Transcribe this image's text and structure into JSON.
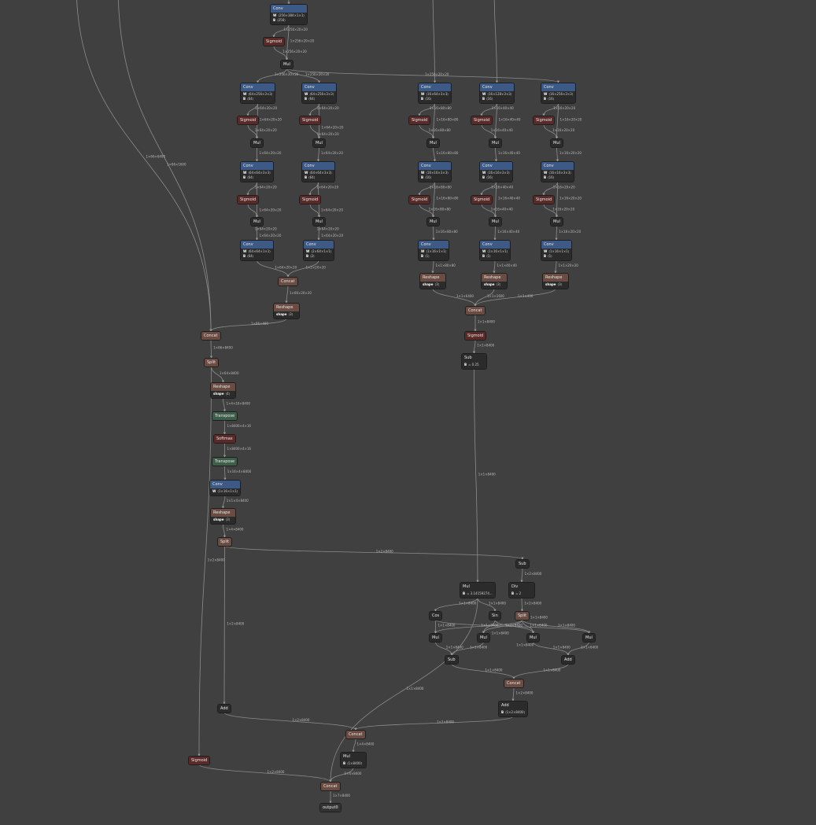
{
  "graph": {
    "nodes": [
      {
        "id": "c0",
        "op": "Conv",
        "attrs": [
          [
            "W",
            "⟨256×384×1×1⟩"
          ],
          [
            "B",
            "⟨256⟩"
          ]
        ]
      },
      {
        "id": "s0",
        "op": "Sigmoid",
        "attrs": []
      },
      {
        "id": "m0",
        "op": "Mul",
        "attrs": []
      },
      {
        "id": "a1",
        "op": "Conv",
        "attrs": [
          [
            "W",
            "⟨64×256×3×3⟩"
          ],
          [
            "B",
            "⟨64⟩"
          ]
        ]
      },
      {
        "id": "as1",
        "op": "Sigmoid",
        "attrs": []
      },
      {
        "id": "am1",
        "op": "Mul",
        "attrs": []
      },
      {
        "id": "a2",
        "op": "Conv",
        "attrs": [
          [
            "W",
            "⟨64×64×3×3⟩"
          ],
          [
            "B",
            "⟨64⟩"
          ]
        ]
      },
      {
        "id": "as2",
        "op": "Sigmoid",
        "attrs": []
      },
      {
        "id": "am2",
        "op": "Mul",
        "attrs": []
      },
      {
        "id": "a3",
        "op": "Conv",
        "attrs": [
          [
            "W",
            "⟨64×64×1×1⟩"
          ],
          [
            "B",
            "⟨64⟩"
          ]
        ]
      },
      {
        "id": "b1",
        "op": "Conv",
        "attrs": [
          [
            "W",
            "⟨64×256×3×3⟩"
          ],
          [
            "B",
            "⟨64⟩"
          ]
        ]
      },
      {
        "id": "bs1",
        "op": "Sigmoid",
        "attrs": []
      },
      {
        "id": "bm1",
        "op": "Mul",
        "attrs": []
      },
      {
        "id": "b2",
        "op": "Conv",
        "attrs": [
          [
            "W",
            "⟨64×64×3×3⟩"
          ],
          [
            "B",
            "⟨64⟩"
          ]
        ]
      },
      {
        "id": "bs2",
        "op": "Sigmoid",
        "attrs": []
      },
      {
        "id": "bm2",
        "op": "Mul",
        "attrs": []
      },
      {
        "id": "b3",
        "op": "Conv",
        "attrs": [
          [
            "W",
            "⟨2×64×1×1⟩"
          ],
          [
            "B",
            "⟨2⟩"
          ]
        ]
      },
      {
        "id": "cc1",
        "op": "Concat",
        "attrs": []
      },
      {
        "id": "rs1",
        "op": "Reshape",
        "attrs": [
          [
            "shape",
            "⟨3⟩"
          ]
        ]
      },
      {
        "id": "cc2",
        "op": "Concat",
        "attrs": []
      },
      {
        "id": "p1",
        "op": "Conv",
        "attrs": [
          [
            "W",
            "⟨16×64×3×3⟩"
          ],
          [
            "B",
            "⟨16⟩"
          ]
        ]
      },
      {
        "id": "ps1",
        "op": "Sigmoid",
        "attrs": []
      },
      {
        "id": "pm1",
        "op": "Mul",
        "attrs": []
      },
      {
        "id": "p2",
        "op": "Conv",
        "attrs": [
          [
            "W",
            "⟨16×16×3×3⟩"
          ],
          [
            "B",
            "⟨16⟩"
          ]
        ]
      },
      {
        "id": "ps2",
        "op": "Sigmoid",
        "attrs": []
      },
      {
        "id": "pm2",
        "op": "Mul",
        "attrs": []
      },
      {
        "id": "p3",
        "op": "Conv",
        "attrs": [
          [
            "W",
            "⟨1×16×1×1⟩"
          ],
          [
            "B",
            "⟨1⟩"
          ]
        ]
      },
      {
        "id": "pr",
        "op": "Reshape",
        "attrs": [
          [
            "shape",
            "⟨3⟩"
          ]
        ]
      },
      {
        "id": "q1",
        "op": "Conv",
        "attrs": [
          [
            "W",
            "⟨16×128×3×3⟩"
          ],
          [
            "B",
            "⟨16⟩"
          ]
        ]
      },
      {
        "id": "qs1",
        "op": "Sigmoid",
        "attrs": []
      },
      {
        "id": "qm1",
        "op": "Mul",
        "attrs": []
      },
      {
        "id": "q2",
        "op": "Conv",
        "attrs": [
          [
            "W",
            "⟨16×16×3×3⟩"
          ],
          [
            "B",
            "⟨16⟩"
          ]
        ]
      },
      {
        "id": "qs2",
        "op": "Sigmoid",
        "attrs": []
      },
      {
        "id": "qm2",
        "op": "Mul",
        "attrs": []
      },
      {
        "id": "q3",
        "op": "Conv",
        "attrs": [
          [
            "W",
            "⟨1×16×1×1⟩"
          ],
          [
            "B",
            "⟨1⟩"
          ]
        ]
      },
      {
        "id": "qr",
        "op": "Reshape",
        "attrs": [
          [
            "shape",
            "⟨3⟩"
          ]
        ]
      },
      {
        "id": "r1",
        "op": "Conv",
        "attrs": [
          [
            "W",
            "⟨16×256×3×3⟩"
          ],
          [
            "B",
            "⟨16⟩"
          ]
        ]
      },
      {
        "id": "rs1b",
        "op": "Sigmoid",
        "attrs": []
      },
      {
        "id": "rm1",
        "op": "Mul",
        "attrs": []
      },
      {
        "id": "r2",
        "op": "Conv",
        "attrs": [
          [
            "W",
            "⟨16×16×3×3⟩"
          ],
          [
            "B",
            "⟨16⟩"
          ]
        ]
      },
      {
        "id": "rs2",
        "op": "Sigmoid",
        "attrs": []
      },
      {
        "id": "rm2",
        "op": "Mul",
        "attrs": []
      },
      {
        "id": "r3",
        "op": "Conv",
        "attrs": [
          [
            "W",
            "⟨1×16×1×1⟩"
          ],
          [
            "B",
            "⟨1⟩"
          ]
        ]
      },
      {
        "id": "rr",
        "op": "Reshape",
        "attrs": [
          [
            "shape",
            "⟨3⟩"
          ]
        ]
      },
      {
        "id": "cc3",
        "op": "Concat",
        "attrs": []
      },
      {
        "id": "sg3",
        "op": "Sigmoid",
        "attrs": []
      },
      {
        "id": "sub0",
        "op": "Sub",
        "attrs": [
          [
            "B",
            "= 0.25"
          ]
        ]
      },
      {
        "id": "sp1",
        "op": "Split",
        "attrs": []
      },
      {
        "id": "rs4",
        "op": "Reshape",
        "attrs": [
          [
            "shape",
            "⟨4⟩"
          ]
        ]
      },
      {
        "id": "tr1",
        "op": "Transpose",
        "attrs": []
      },
      {
        "id": "sm",
        "op": "Softmax",
        "attrs": []
      },
      {
        "id": "tr2",
        "op": "Transpose",
        "attrs": []
      },
      {
        "id": "dfl",
        "op": "Conv",
        "attrs": [
          [
            "W",
            "⟨1×16×1×1⟩"
          ]
        ]
      },
      {
        "id": "rs5",
        "op": "Reshape",
        "attrs": [
          [
            "shape",
            "⟨3⟩"
          ]
        ]
      },
      {
        "id": "sp2",
        "op": "Split",
        "attrs": []
      },
      {
        "id": "sub1",
        "op": "Sub",
        "attrs": []
      },
      {
        "id": "mpi",
        "op": "Mul",
        "attrs": [
          [
            "B",
            "= 3.14159274..."
          ]
        ]
      },
      {
        "id": "div",
        "op": "Div",
        "attrs": [
          [
            "B",
            "= 2"
          ]
        ]
      },
      {
        "id": "cos",
        "op": "Cos",
        "attrs": []
      },
      {
        "id": "sin",
        "op": "Sin",
        "attrs": []
      },
      {
        "id": "sp3",
        "op": "Split",
        "attrs": []
      },
      {
        "id": "mu1",
        "op": "Mul",
        "attrs": []
      },
      {
        "id": "mu2",
        "op": "Mul",
        "attrs": []
      },
      {
        "id": "mu3",
        "op": "Mul",
        "attrs": []
      },
      {
        "id": "mu4",
        "op": "Mul",
        "attrs": []
      },
      {
        "id": "sub2",
        "op": "Sub",
        "attrs": []
      },
      {
        "id": "add1",
        "op": "Add",
        "attrs": []
      },
      {
        "id": "cc4",
        "op": "Concat",
        "attrs": []
      },
      {
        "id": "add2",
        "op": "Add",
        "attrs": [
          [
            "B",
            "⟨1×2×8400⟩"
          ]
        ]
      },
      {
        "id": "add3",
        "op": "Add",
        "attrs": []
      },
      {
        "id": "cc5",
        "op": "Concat",
        "attrs": []
      },
      {
        "id": "mul5",
        "op": "Mul",
        "attrs": [
          [
            "B",
            "⟨1×8400⟩"
          ]
        ]
      },
      {
        "id": "sg4",
        "op": "Sigmoid",
        "attrs": []
      },
      {
        "id": "cc6",
        "op": "Concat",
        "attrs": []
      },
      {
        "id": "out",
        "op": "output",
        "label": "output0",
        "attrs": []
      }
    ],
    "edges": [
      [
        "x0",
        "c0",
        ""
      ],
      [
        "c0",
        "s0",
        "1×256×20×20"
      ],
      [
        "c0",
        "m0",
        "1×256×20×20"
      ],
      [
        "s0",
        "m0",
        "1×256×20×20"
      ],
      [
        "m0",
        "a1",
        "1×256×20×20"
      ],
      [
        "m0",
        "b1",
        "1×256×20×20"
      ],
      [
        "m0",
        "r1",
        "1×256×20×20"
      ],
      [
        "a1",
        "as1",
        "1×64×20×20"
      ],
      [
        "a1",
        "am1",
        "1×64×20×20"
      ],
      [
        "as1",
        "am1",
        "1×64×20×20"
      ],
      [
        "am1",
        "a2",
        "1×64×20×20"
      ],
      [
        "a2",
        "as2",
        "1×64×20×20"
      ],
      [
        "a2",
        "am2",
        "1×64×20×20"
      ],
      [
        "as2",
        "am2",
        "1×64×20×20"
      ],
      [
        "am2",
        "a3",
        "1×64×20×20"
      ],
      [
        "b1",
        "bs1",
        "1×64×20×20"
      ],
      [
        "b1",
        "bm1",
        "1×64×20×20"
      ],
      [
        "bs1",
        "bm1",
        "1×64×20×20"
      ],
      [
        "bm1",
        "b2",
        "1×64×20×20"
      ],
      [
        "b2",
        "bs2",
        "1×64×20×20"
      ],
      [
        "b2",
        "bm2",
        "1×64×20×20"
      ],
      [
        "bs2",
        "bm2",
        "1×64×20×20"
      ],
      [
        "bm2",
        "b3",
        "1×64×20×20"
      ],
      [
        "a3",
        "cc1",
        "1×64×20×20"
      ],
      [
        "b3",
        "cc1",
        "1×2×20×20"
      ],
      [
        "cc1",
        "rs1",
        "1×66×20×20"
      ],
      [
        "rs1",
        "cc2",
        "1×66×400"
      ],
      [
        "x1",
        "cc2",
        "1×66×6400"
      ],
      [
        "x2",
        "cc2",
        "1×66×1600"
      ],
      [
        "x3",
        "p1",
        ""
      ],
      [
        "p1",
        "ps1",
        "1×16×80×80"
      ],
      [
        "p1",
        "pm1",
        "1×16×80×80"
      ],
      [
        "ps1",
        "pm1",
        "1×16×80×80"
      ],
      [
        "pm1",
        "p2",
        "1×16×80×80"
      ],
      [
        "p2",
        "ps2",
        "1×16×80×80"
      ],
      [
        "p2",
        "pm2",
        "1×16×80×80"
      ],
      [
        "ps2",
        "pm2",
        "1×16×80×80"
      ],
      [
        "pm2",
        "p3",
        "1×16×80×80"
      ],
      [
        "p3",
        "pr",
        "1×1×80×80"
      ],
      [
        "pr",
        "cc3",
        "1×1×6400"
      ],
      [
        "x4",
        "q1",
        ""
      ],
      [
        "q1",
        "qs1",
        "1×16×40×40"
      ],
      [
        "q1",
        "qm1",
        "1×16×40×40"
      ],
      [
        "qs1",
        "qm1",
        "1×16×40×40"
      ],
      [
        "qm1",
        "q2",
        "1×16×40×40"
      ],
      [
        "q2",
        "qs2",
        "1×16×40×40"
      ],
      [
        "q2",
        "qm2",
        "1×16×40×40"
      ],
      [
        "qs2",
        "qm2",
        "1×16×40×40"
      ],
      [
        "qm2",
        "q3",
        "1×16×40×40"
      ],
      [
        "q3",
        "qr",
        "1×1×40×40"
      ],
      [
        "qr",
        "cc3",
        "1×1×1600"
      ],
      [
        "r1",
        "rs1b",
        "1×16×20×20"
      ],
      [
        "r1",
        "rm1",
        "1×16×20×20"
      ],
      [
        "rs1b",
        "rm1",
        "1×16×20×20"
      ],
      [
        "rm1",
        "r2",
        "1×16×20×20"
      ],
      [
        "r2",
        "rs2",
        "1×16×20×20"
      ],
      [
        "r2",
        "rm2",
        "1×16×20×20"
      ],
      [
        "rs2",
        "rm2",
        "1×16×20×20"
      ],
      [
        "rm2",
        "r3",
        "1×16×20×20"
      ],
      [
        "r3",
        "rr",
        "1×1×20×20"
      ],
      [
        "rr",
        "cc3",
        "1×1×400"
      ],
      [
        "cc3",
        "sg3",
        "1×1×8400"
      ],
      [
        "sg3",
        "sub0",
        "1×1×8400"
      ],
      [
        "sub0",
        "mpi",
        "1×1×8400"
      ],
      [
        "cc2",
        "sp1",
        "1×66×8400"
      ],
      [
        "sp1",
        "rs4",
        "1×64×8400"
      ],
      [
        "rs4",
        "tr1",
        "1×4×16×8400"
      ],
      [
        "tr1",
        "sm",
        "1×8400×4×16"
      ],
      [
        "sm",
        "tr2",
        "1×8400×4×16"
      ],
      [
        "tr2",
        "dfl",
        "1×16×4×8400"
      ],
      [
        "dfl",
        "rs5",
        "1×1×4×8400"
      ],
      [
        "rs5",
        "sp2",
        "1×4×8400"
      ],
      [
        "sp1",
        "sg4",
        "1×2×8400"
      ],
      [
        "sp2",
        "sub1",
        "1×2×8400"
      ],
      [
        "sp2",
        "add3",
        "1×2×8400"
      ],
      [
        "sub1",
        "div",
        "1×2×8400"
      ],
      [
        "div",
        "sp3",
        "1×2×8400"
      ],
      [
        "mpi",
        "cos",
        "1×1×8400"
      ],
      [
        "mpi",
        "sin",
        "1×1×8400"
      ],
      [
        "cos",
        "mu1",
        "1×1×8400"
      ],
      [
        "sp3",
        "mu1",
        "1×1×8400"
      ],
      [
        "sin",
        "mu2",
        "1×1×8400"
      ],
      [
        "sp3",
        "mu2",
        "1×1×8400"
      ],
      [
        "sin",
        "mu3",
        "1×1×8400"
      ],
      [
        "sp3",
        "mu3",
        "1×1×8400"
      ],
      [
        "cos",
        "mu4",
        "1×1×8400"
      ],
      [
        "sp3",
        "mu4",
        "1×1×8400"
      ],
      [
        "mu1",
        "sub2",
        "1×1×8400"
      ],
      [
        "mu2",
        "sub2",
        "1×1×8400"
      ],
      [
        "mu3",
        "add1",
        "1×1×8400"
      ],
      [
        "mu4",
        "add1",
        "1×1×8400"
      ],
      [
        "sub2",
        "cc4",
        "1×1×8400"
      ],
      [
        "add1",
        "cc4",
        "1×1×8400"
      ],
      [
        "cc4",
        "add2",
        "1×2×8400"
      ],
      [
        "add3",
        "cc5",
        "1×2×8400"
      ],
      [
        "add2",
        "cc5",
        "1×2×8400"
      ],
      [
        "cc5",
        "mul5",
        "1×4×8400"
      ],
      [
        "mul5",
        "cc6",
        "1×4×8400"
      ],
      [
        "sg4",
        "cc6",
        "1×2×8400"
      ],
      [
        "mpi",
        "cc6",
        "1×1×8400"
      ],
      [
        "cc6",
        "out",
        "1×7×8400"
      ]
    ]
  }
}
